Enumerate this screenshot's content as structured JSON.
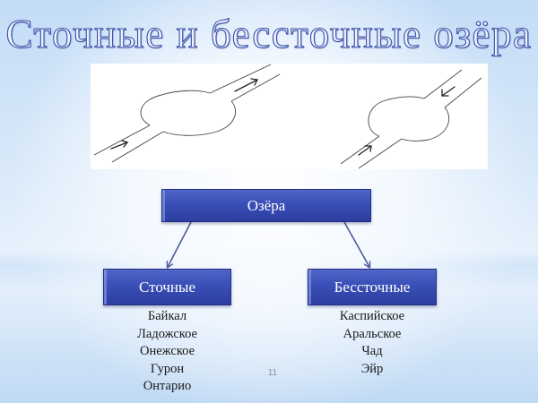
{
  "slide": {
    "title": "Сточные и бессточные озёра",
    "page_number": "11"
  },
  "illustration": {
    "left_diagram": {
      "description": "runoff lake: inflow and outflow channels",
      "arrows": [
        "inflow-arrow",
        "outflow-arrow"
      ]
    },
    "right_diagram": {
      "description": "endorheic lake: two inflow channels, no outflow",
      "arrows": [
        "inflow-arrow",
        "inflow-arrow"
      ]
    }
  },
  "hierarchy": {
    "root": {
      "label": "Озёра"
    },
    "children": [
      {
        "label": "Сточные",
        "items": [
          "Байкал",
          "Ладожское",
          "Онежское",
          "Гурон",
          "Онтарио"
        ]
      },
      {
        "label": "Бессточные",
        "items": [
          "Каспийское",
          "Аральское",
          "Чад",
          "Эйр"
        ]
      }
    ]
  },
  "colors": {
    "node_fill": "#3a4fb7",
    "node_border": "#22307e",
    "connector": "#4a5a9a",
    "title_stroke": "#3a4fa8",
    "sketch_line": "#444444"
  }
}
